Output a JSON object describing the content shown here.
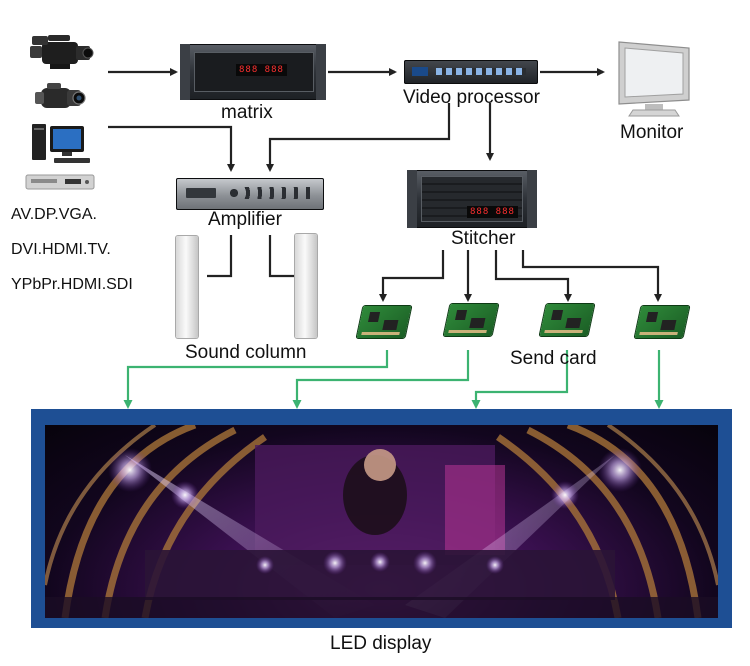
{
  "labels": {
    "matrix": "matrix",
    "video_processor": "Video processor",
    "monitor": "Monitor",
    "amplifier": "Amplifier",
    "stitcher": "Stitcher",
    "sound_column": "Sound column",
    "send_card": "Send card",
    "led_display": "LED display"
  },
  "sources": [
    "AV.DP.VGA.",
    "DVI.HDMI.TV.",
    "YPbPr.HDMI.SDI"
  ],
  "displays": {
    "matrix_digits": "888 888",
    "stitcher_digits": "888 888"
  },
  "colors": {
    "arrow_dark": "#222222",
    "arrow_green": "#3cb371",
    "led_frame": "#1e4f94"
  },
  "icons": [
    "video-camera-icon",
    "camcorder-icon",
    "desktop-computer-icon",
    "dvd-player-icon",
    "monitor-icon"
  ]
}
